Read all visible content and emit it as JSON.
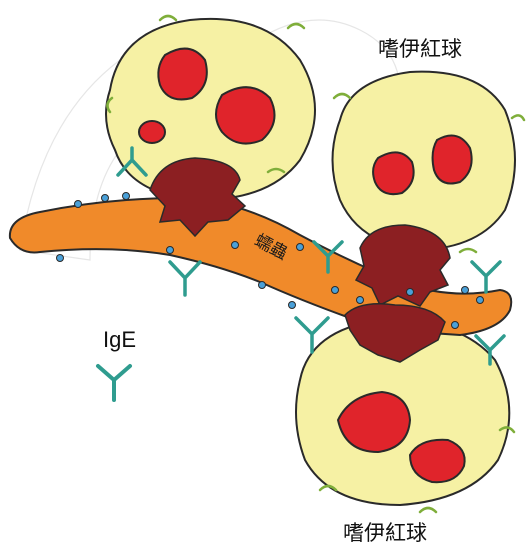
{
  "labels": {
    "eosinophil_top": "嗜伊紅球",
    "eosinophil_bottom": "嗜伊紅球",
    "ige": "IgE",
    "worm": "蠕蟲"
  },
  "colors": {
    "cell_fill": "#f6f1a4",
    "nucleus": "#e0242b",
    "worm": "#f08a2a",
    "granule_release": "#8c1f22",
    "antibody": "#2f9c8f",
    "receptor": "#7fae3a",
    "dot": "#4aa0d8"
  }
}
